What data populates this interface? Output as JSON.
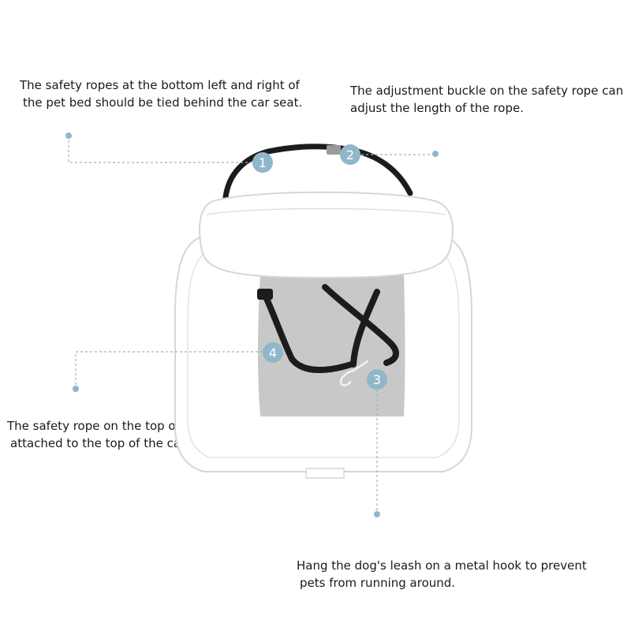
{
  "callouts": [
    {
      "number": "1",
      "lines": [
        "The safety ropes at the bottom left and right of",
        "the pet bed should be tied behind the car seat."
      ]
    },
    {
      "number": "2",
      "lines": [
        "The adjustment buckle on the safety rope can",
        "adjust the length of the rope."
      ]
    },
    {
      "number": "3",
      "lines": [
        "Hang the dog's leash on a metal hook to prevent",
        "pets from running around."
      ]
    },
    {
      "number": "4",
      "lines": [
        "The safety rope on the top of the dog bed can be",
        "attached to the top of the car seat. Adjust to suitable length."
      ]
    }
  ],
  "colors": {
    "badge": "#8fb7c9",
    "leader": "#8fb7c9",
    "strap": "#1c1c1c",
    "inner_panel": "#c8c8c8",
    "outline": "#d6d6d6"
  }
}
